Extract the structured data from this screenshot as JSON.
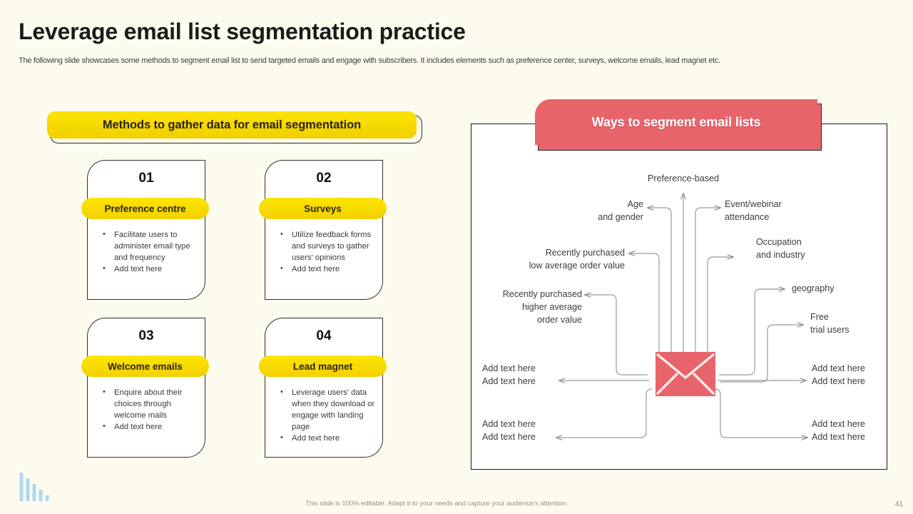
{
  "slide": {
    "title": "Leverage email list segmentation practice",
    "subtitle": "The following slide showcases some methods to segment email list to send targeted emails and engage with subscribers. It includes elements such as preference center, surveys, welcome emails, lead magnet etc.",
    "footer_note": "This slide is 100% editable. Adapt it to your needs and capture your audience's attention.",
    "page_number": "41"
  },
  "colors": {
    "background": "#FDFBEE",
    "yellow": "#FCE400",
    "red": "#E8646B",
    "text_dark": "#1b1b1b",
    "connector": "#8c8c8c",
    "logo_blue": "#BBDDF2"
  },
  "left_panel": {
    "header": "Methods to gather data for email segmentation",
    "cards": [
      {
        "number": "01",
        "label": "Preference centre",
        "bullets": [
          "Facilitate users to administer email type and frequency",
          "Add text here"
        ]
      },
      {
        "number": "02",
        "label": "Surveys",
        "bullets": [
          "Utilize feedback forms and surveys to gather users' opinions",
          "Add text here"
        ]
      },
      {
        "number": "03",
        "label": "Welcome emails",
        "bullets": [
          "Enquire about their choices through welcome mails",
          "Add text here"
        ]
      },
      {
        "number": "04",
        "label": "Lead magnet",
        "bullets": [
          "Leverage users' data when they download or engage with landing page",
          "Add text here"
        ]
      }
    ]
  },
  "right_panel": {
    "header": "Ways to segment email lists",
    "center_icon": "envelope-icon",
    "labels": [
      {
        "id": "preference-based",
        "text": "Preference-based"
      },
      {
        "id": "age-and-gender",
        "text": "Age\nand gender"
      },
      {
        "id": "event-webinar",
        "text": "Event/webinar\nattendance"
      },
      {
        "id": "occupation",
        "text": "Occupation\nand industry"
      },
      {
        "id": "recently-low",
        "text": "Recently purchased\nlow average order value"
      },
      {
        "id": "recently-higher",
        "text": "Recently purchased\nhigher average\norder value"
      },
      {
        "id": "geography",
        "text": "geography"
      },
      {
        "id": "free-trial",
        "text": "Free\ntrial users"
      },
      {
        "id": "left-mid",
        "text": "Add text here\nAdd text here"
      },
      {
        "id": "right-mid",
        "text": "Add text here\nAdd text here"
      },
      {
        "id": "left-bottom",
        "text": "Add text here\nAdd text here"
      },
      {
        "id": "right-bottom",
        "text": "Add text here\nAdd text here"
      }
    ]
  }
}
